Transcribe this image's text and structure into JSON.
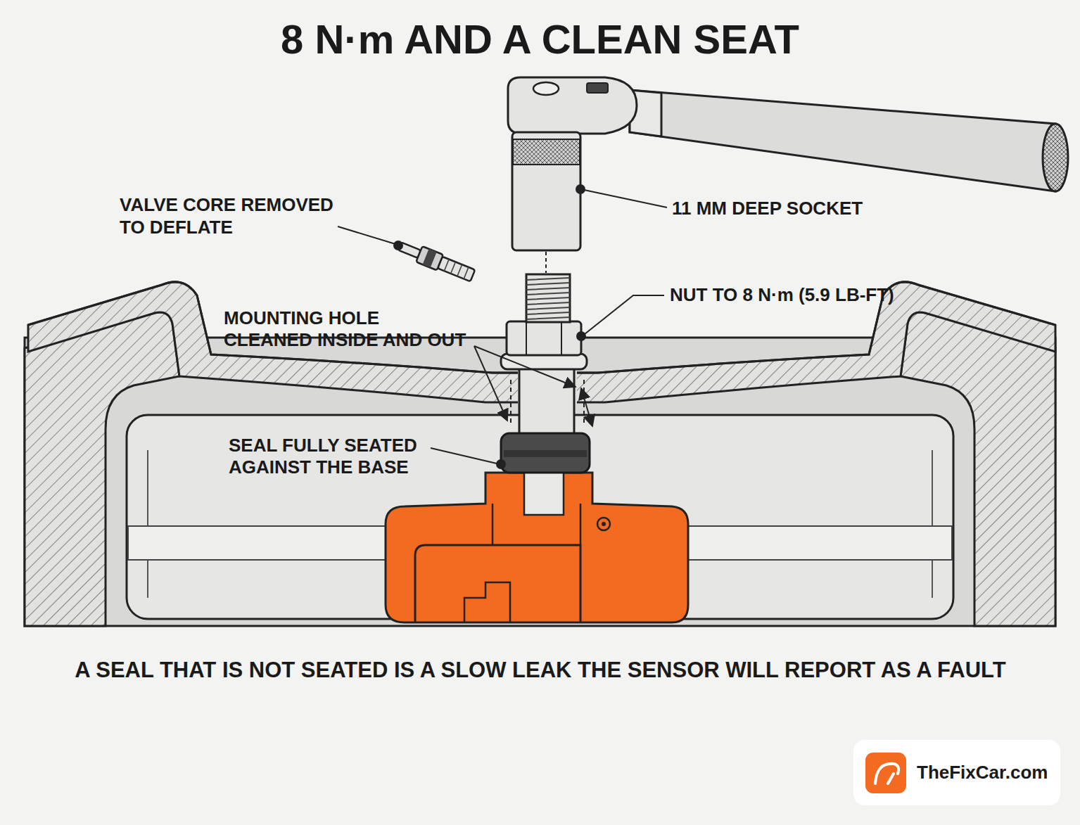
{
  "diagram": {
    "title": "8 N·m AND A CLEAN SEAT",
    "caption": "A SEAL THAT IS NOT SEATED IS A SLOW LEAK THE SENSOR WILL REPORT AS A FAULT",
    "labels": [
      "VALVE CORE REMOVED TO DEFLATE",
      "11 MM DEEP SOCKET",
      "NUT TO 8 N·m (5.9 LB-FT)",
      "MOUNTING HOLE CLEANED INSIDE AND OUT",
      "SEAL FULLY SEATED AGAINST THE BASE",
      "TheFixCar.com"
    ]
  }
}
